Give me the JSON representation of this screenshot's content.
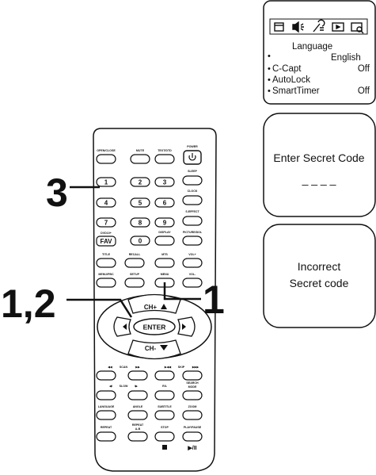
{
  "screen1": {
    "menu_icons": [
      "picture-icon",
      "speaker-icon",
      "settings-icon",
      "display-icon",
      "lock-icon"
    ],
    "title": "Language",
    "language_value": "English",
    "items": [
      {
        "label": "C-Capt",
        "value": "Off"
      },
      {
        "label": "AutoLock",
        "value": ""
      },
      {
        "label": "SmartTimer",
        "value": "Off"
      }
    ]
  },
  "screen2": {
    "title": "Enter Secret Code",
    "code_mask": "_ _ _ _"
  },
  "screen3": {
    "line1": "Incorrect",
    "line2": "Secret code"
  },
  "callouts": {
    "left_top": "3",
    "left_bottom": "1,2",
    "right": "1"
  },
  "remote": {
    "top_labels": [
      "OPEN/CLOSE",
      "MUTE",
      "TEXT/DTD",
      "POWER"
    ],
    "num_rows": [
      [
        "1",
        "2",
        "3"
      ],
      [
        "4",
        "5",
        "6"
      ],
      [
        "7",
        "8",
        "9"
      ]
    ],
    "side_labels": [
      "SLEEP",
      "CLOCK",
      "S.EFFECT"
    ],
    "dvd_label": "DVD10+",
    "fav": "FAV",
    "zero": "0",
    "display": "DISPLAY",
    "picture": "PICTURE/DOL",
    "row_title": [
      "TITLE",
      "RECALL",
      "MTS",
      "VOL+"
    ],
    "row_menu": [
      "MENU/PBC",
      "SETUP",
      "MENU",
      "VOL-"
    ],
    "ch_up": "CH+",
    "ch_down": "CH-",
    "enter": "ENTER",
    "scan": "SCAN",
    "skip": "SKIP",
    "slow": "SLOW",
    "rl": "R/L",
    "search_mode_1": "SEARCH",
    "search_mode_2": "MODE",
    "row_lang": [
      "LANGUAGE",
      "ANGLE",
      "SUBTITLE",
      "ZOOM"
    ],
    "repeat": "REPEAT",
    "repeat_ab_1": "REPEAT",
    "repeat_ab_2": "A-B",
    "stop": "STOP",
    "playpause": "PLAY/PAUSE"
  }
}
